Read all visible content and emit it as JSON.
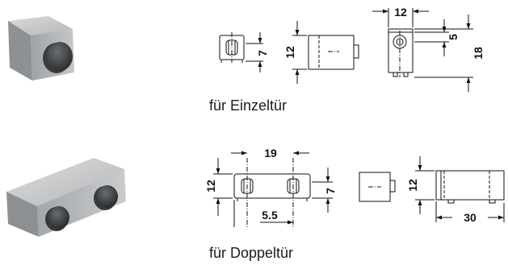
{
  "single_door": {
    "caption": "für Einzeltür",
    "dims": {
      "top_width": "12",
      "pin_offset": "5",
      "overall_height": "18",
      "side_height": "12",
      "pin_height": "7"
    }
  },
  "double_door": {
    "caption": "für Doppeltür",
    "dims": {
      "pin_spacing": "19",
      "height_left": "12",
      "pin_height": "7",
      "edge_offset": "5.5",
      "side_height": "12",
      "length": "30"
    }
  }
}
